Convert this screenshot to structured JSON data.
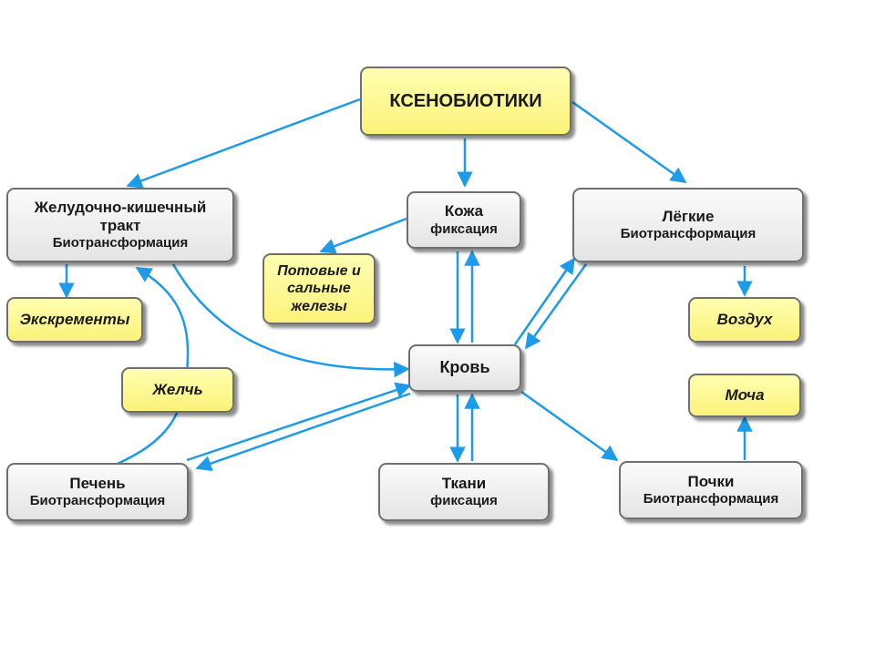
{
  "diagram": {
    "xenobiotics": "КСЕНОБИОТИКИ",
    "gi_line1": "Желудочно-кишечный",
    "gi_line2": "тракт",
    "gi_sub": "Биотрансформация",
    "skin": "Кожа",
    "skin_sub": "фиксация",
    "lungs": "Лёгкие",
    "lungs_sub": "Биотрансформация",
    "glands_line1": "Потовые и",
    "glands_line2": "сальные",
    "glands_line3": "железы",
    "excrements": "Экскременты",
    "air": "Воздух",
    "blood": "Кровь",
    "bile": "Желчь",
    "urine": "Моча",
    "liver": "Печень",
    "liver_sub": "Биотрансформация",
    "tissues": "Ткани",
    "tissues_sub": "фиксация",
    "kidneys": "Почки",
    "kidneys_sub": "Биотрансформация"
  },
  "colors": {
    "arrow": "#1e9be8",
    "node_gray": "#e8e8e8",
    "node_yellow": "#fbf386",
    "border": "#6f6f6f"
  }
}
